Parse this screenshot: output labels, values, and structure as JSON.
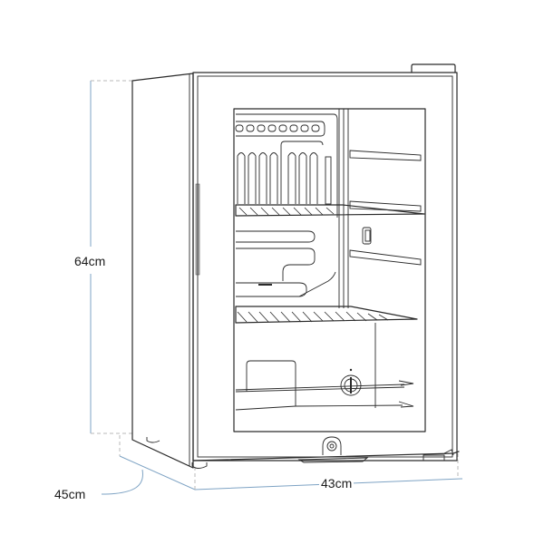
{
  "diagram": {
    "subject": "Glass door mini fridge",
    "view": "3/4 front view line drawing with dimensions",
    "line_color": "#2a2a2a",
    "dimension_line_color": "#7ea3c4",
    "guide_line_color": "#b8b8b8"
  },
  "dimensions": {
    "height": {
      "label": "64cm"
    },
    "depth": {
      "label": "45cm"
    },
    "width": {
      "label": "43cm"
    }
  },
  "components": {
    "door": "glass-door",
    "handle": "vertical-side-handle",
    "shelves": [
      "upper-wire-shelf",
      "lower-wire-shelf"
    ],
    "door_racks": [
      "rack-1",
      "rack-2",
      "rack-3",
      "rack-4",
      "rack-5"
    ],
    "thermostat": "thermostat-dial",
    "lock": "door-lock",
    "evaporator": "evaporator-coil",
    "feet": [
      "front-left-foot",
      "front-right-foot",
      "rear-foot"
    ]
  }
}
